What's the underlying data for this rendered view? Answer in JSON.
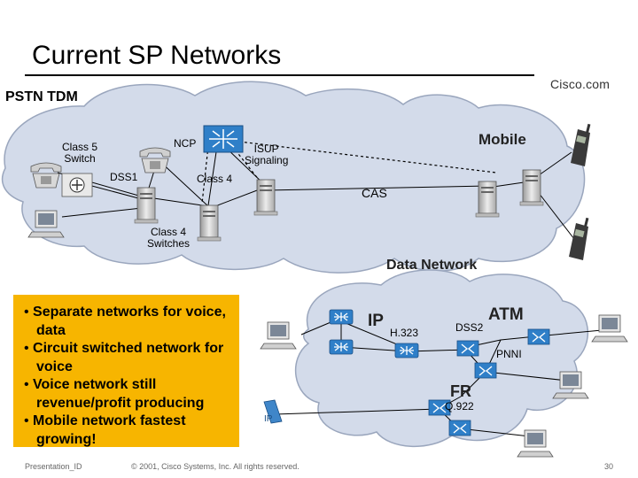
{
  "slide": {
    "title": "Current SP Networks",
    "brand": "Cisco.com"
  },
  "pstn": {
    "title": "PSTN TDM",
    "labels": {
      "class5": "Class 5\nSwitch",
      "ncp": "NCP",
      "isup": "ISUP\nSignaling",
      "dss1": "DSS1",
      "class4": "Class 4",
      "class4_switches": "Class 4\nSwitches",
      "cas": "CAS",
      "mobile": "Mobile"
    }
  },
  "data_network": {
    "title": "Data Network",
    "labels": {
      "ip": "IP",
      "h323": "H.323",
      "dss2": "DSS2",
      "atm": "ATM",
      "pnni": "PNNI",
      "fr": "FR",
      "q922": "Q.922",
      "ip_phone": "IP"
    }
  },
  "bullets": [
    "Separate networks for voice, data",
    "Circuit switched network for voice",
    "Voice network still revenue/profit producing",
    "Mobile network fastest growing!"
  ],
  "footer": {
    "presentation_id": "Presentation_ID",
    "copyright": "© 2001, Cisco Systems, Inc. All rights reserved.",
    "page": "30"
  },
  "colors": {
    "cloud": "#d3dbea",
    "cloud_edge": "#9aa6bd",
    "bullet_box": "#f7b500",
    "router_blue": "#2f7fc8"
  }
}
